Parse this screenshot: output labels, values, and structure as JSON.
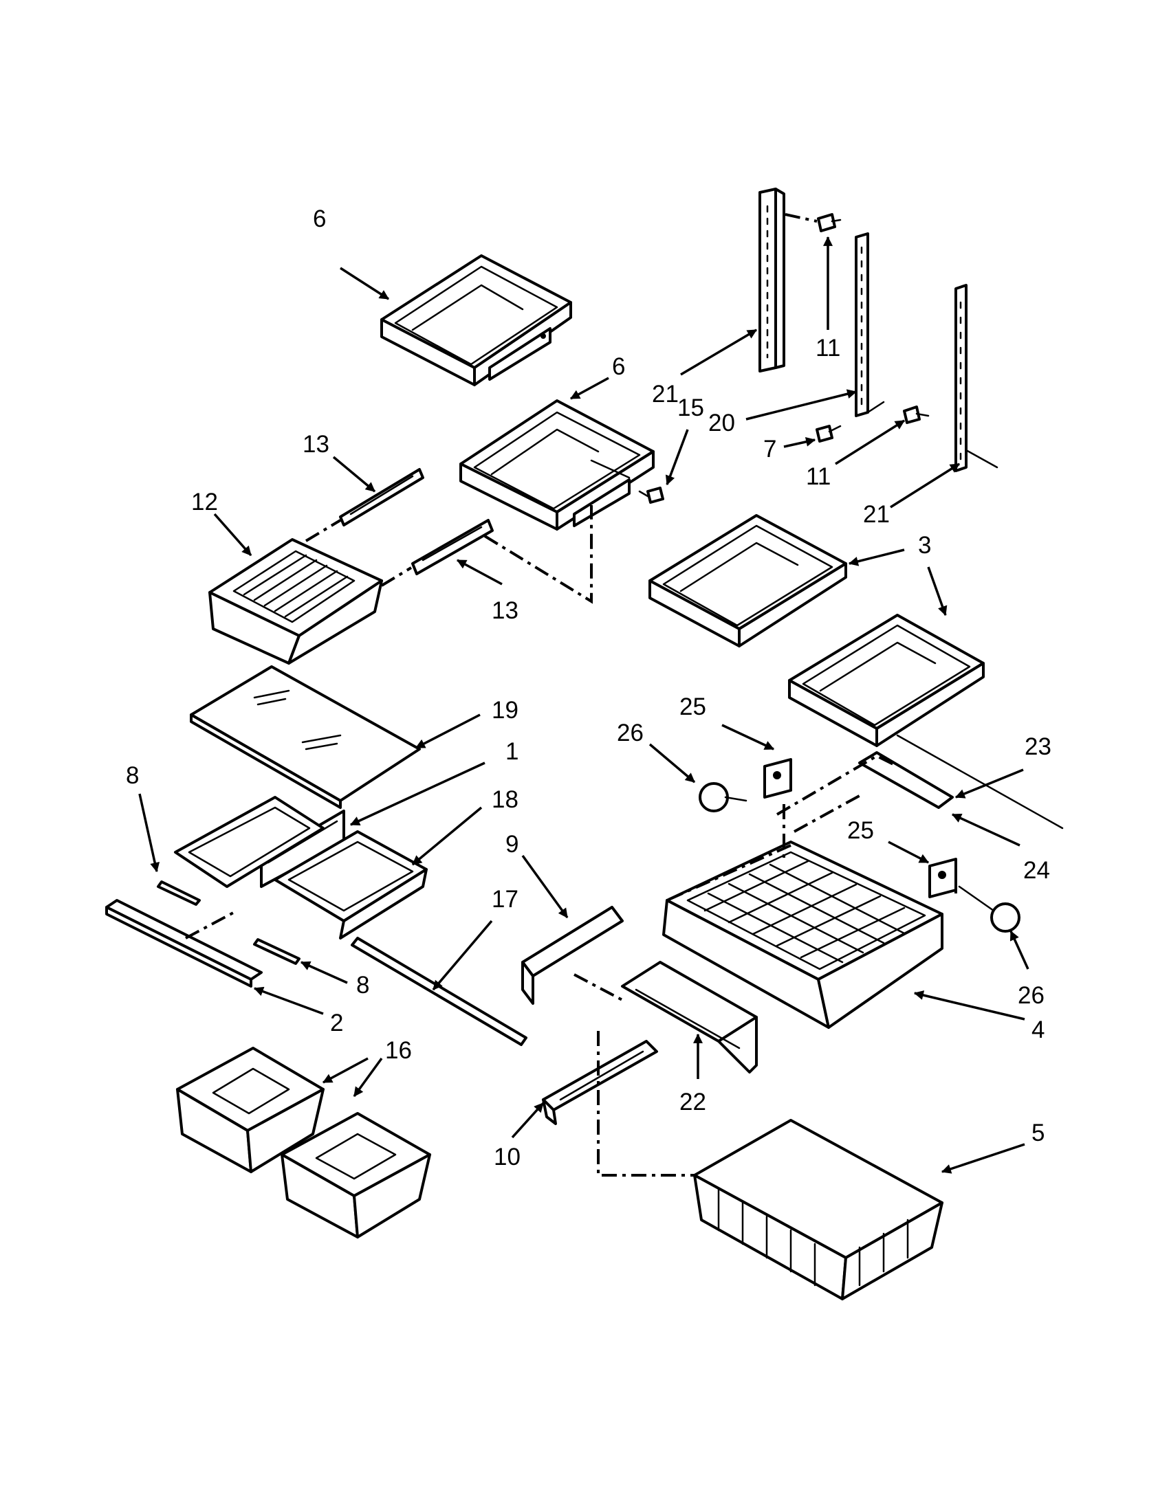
{
  "diagram": {
    "callouts": [
      "6",
      "6",
      "15",
      "13",
      "12",
      "13",
      "21",
      "11",
      "20",
      "7",
      "11",
      "21",
      "3",
      "3",
      "19",
      "1",
      "8",
      "18",
      "9",
      "17",
      "8",
      "2",
      "25",
      "26",
      "23",
      "24",
      "25",
      "26",
      "4",
      "22",
      "16",
      "10",
      "5"
    ]
  }
}
